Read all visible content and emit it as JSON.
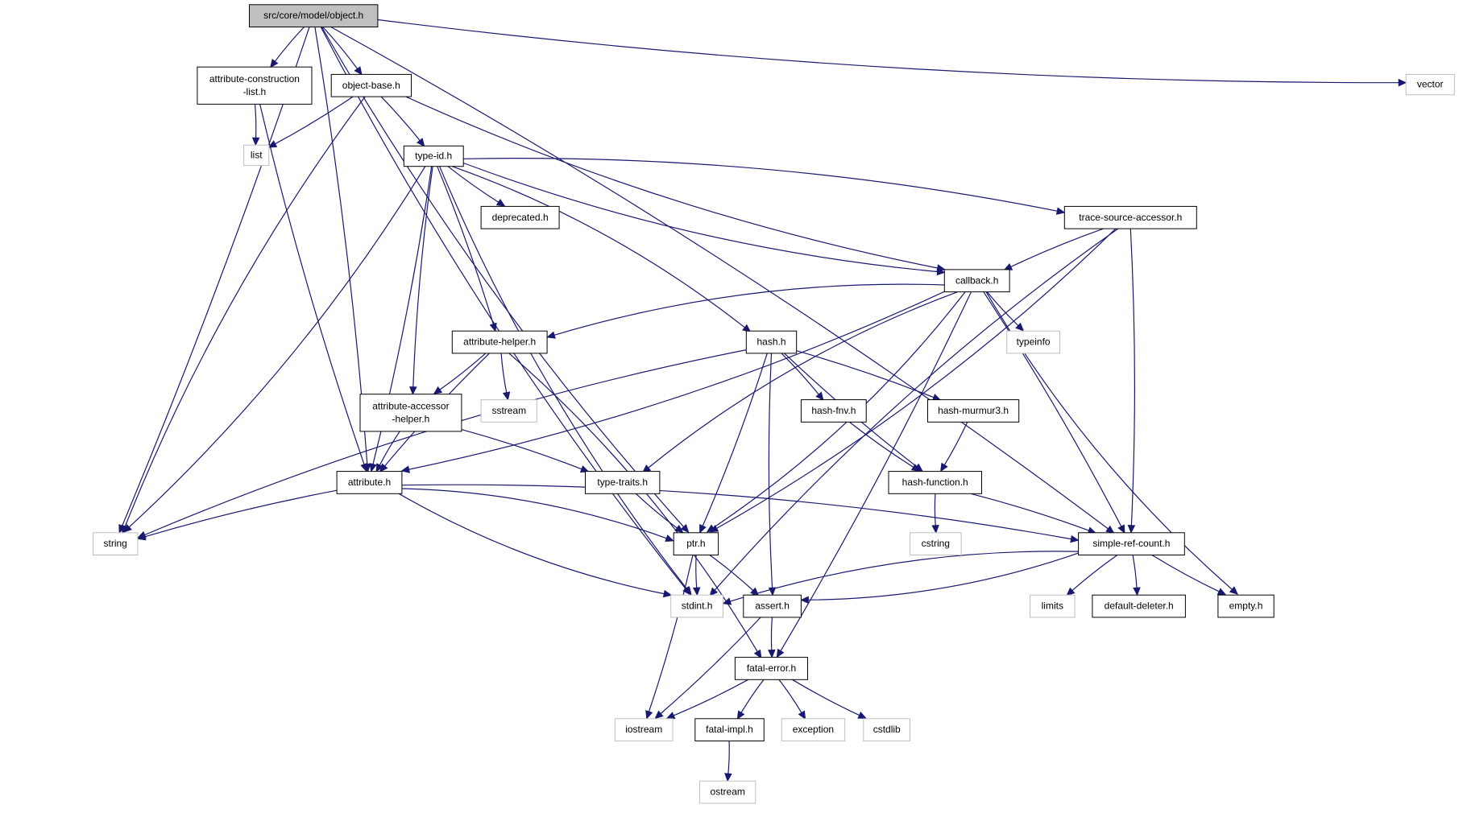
{
  "graph": {
    "nodes": [
      {
        "id": "object_h",
        "label": "src/core/model/object.h",
        "kind": "root"
      },
      {
        "id": "acl_h",
        "label": "attribute-construction\n-list.h",
        "kind": "local"
      },
      {
        "id": "object_base_h",
        "label": "object-base.h",
        "kind": "local"
      },
      {
        "id": "vector",
        "label": "vector",
        "kind": "external"
      },
      {
        "id": "list",
        "label": "list",
        "kind": "external"
      },
      {
        "id": "type_id_h",
        "label": "type-id.h",
        "kind": "local"
      },
      {
        "id": "deprecated_h",
        "label": "deprecated.h",
        "kind": "local"
      },
      {
        "id": "tsa_h",
        "label": "trace-source-accessor.h",
        "kind": "local"
      },
      {
        "id": "callback_h",
        "label": "callback.h",
        "kind": "local"
      },
      {
        "id": "attr_helper_h",
        "label": "attribute-helper.h",
        "kind": "local"
      },
      {
        "id": "hash_h",
        "label": "hash.h",
        "kind": "local"
      },
      {
        "id": "typeinfo",
        "label": "typeinfo",
        "kind": "external"
      },
      {
        "id": "sstream",
        "label": "sstream",
        "kind": "external"
      },
      {
        "id": "aah_h",
        "label": "attribute-accessor\n-helper.h",
        "kind": "local"
      },
      {
        "id": "hash_fnv_h",
        "label": "hash-fnv.h",
        "kind": "local"
      },
      {
        "id": "hash_murmur3_h",
        "label": "hash-murmur3.h",
        "kind": "local"
      },
      {
        "id": "attribute_h",
        "label": "attribute.h",
        "kind": "local"
      },
      {
        "id": "type_traits_h",
        "label": "type-traits.h",
        "kind": "local"
      },
      {
        "id": "hash_function_h",
        "label": "hash-function.h",
        "kind": "local"
      },
      {
        "id": "string",
        "label": "string",
        "kind": "external"
      },
      {
        "id": "ptr_h",
        "label": "ptr.h",
        "kind": "local"
      },
      {
        "id": "cstring",
        "label": "cstring",
        "kind": "external"
      },
      {
        "id": "src_h",
        "label": "simple-ref-count.h",
        "kind": "local"
      },
      {
        "id": "stdint_h",
        "label": "stdint.h",
        "kind": "external"
      },
      {
        "id": "assert_h",
        "label": "assert.h",
        "kind": "local"
      },
      {
        "id": "limits",
        "label": "limits",
        "kind": "external"
      },
      {
        "id": "default_deleter_h",
        "label": "default-deleter.h",
        "kind": "local"
      },
      {
        "id": "empty_h",
        "label": "empty.h",
        "kind": "local"
      },
      {
        "id": "fatal_error_h",
        "label": "fatal-error.h",
        "kind": "local"
      },
      {
        "id": "iostream",
        "label": "iostream",
        "kind": "external"
      },
      {
        "id": "fatal_impl_h",
        "label": "fatal-impl.h",
        "kind": "local"
      },
      {
        "id": "exception",
        "label": "exception",
        "kind": "external"
      },
      {
        "id": "cstdlib",
        "label": "cstdlib",
        "kind": "external"
      },
      {
        "id": "ostream",
        "label": "ostream",
        "kind": "external"
      }
    ],
    "edges": [
      [
        "object_h",
        "string"
      ],
      [
        "object_h",
        "ptr_h"
      ],
      [
        "object_h",
        "attribute_h"
      ],
      [
        "object_h",
        "acl_h"
      ],
      [
        "object_h",
        "object_base_h"
      ],
      [
        "object_h",
        "vector"
      ],
      [
        "object_h",
        "src_h"
      ],
      [
        "object_h",
        "stdint_h"
      ],
      [
        "acl_h",
        "list"
      ],
      [
        "acl_h",
        "attribute_h"
      ],
      [
        "object_base_h",
        "list"
      ],
      [
        "object_base_h",
        "string"
      ],
      [
        "object_base_h",
        "type_id_h"
      ],
      [
        "object_base_h",
        "callback_h"
      ],
      [
        "type_id_h",
        "string"
      ],
      [
        "type_id_h",
        "stdint_h"
      ],
      [
        "type_id_h",
        "attribute_h"
      ],
      [
        "type_id_h",
        "aah_h"
      ],
      [
        "type_id_h",
        "attr_helper_h"
      ],
      [
        "type_id_h",
        "deprecated_h"
      ],
      [
        "type_id_h",
        "hash_h"
      ],
      [
        "type_id_h",
        "callback_h"
      ],
      [
        "type_id_h",
        "tsa_h"
      ],
      [
        "tsa_h",
        "callback_h"
      ],
      [
        "tsa_h",
        "ptr_h"
      ],
      [
        "tsa_h",
        "stdint_h"
      ],
      [
        "tsa_h",
        "src_h"
      ],
      [
        "callback_h",
        "attr_helper_h"
      ],
      [
        "callback_h",
        "attribute_h"
      ],
      [
        "callback_h",
        "type_traits_h"
      ],
      [
        "callback_h",
        "ptr_h"
      ],
      [
        "callback_h",
        "typeinfo"
      ],
      [
        "callback_h",
        "src_h"
      ],
      [
        "callback_h",
        "empty_h"
      ],
      [
        "callback_h",
        "fatal_error_h"
      ],
      [
        "attr_helper_h",
        "attribute_h"
      ],
      [
        "attr_helper_h",
        "aah_h"
      ],
      [
        "attr_helper_h",
        "sstream"
      ],
      [
        "attr_helper_h",
        "fatal_error_h"
      ],
      [
        "aah_h",
        "attribute_h"
      ],
      [
        "aah_h",
        "type_traits_h"
      ],
      [
        "hash_h",
        "string"
      ],
      [
        "hash_h",
        "ptr_h"
      ],
      [
        "hash_h",
        "assert_h"
      ],
      [
        "hash_h",
        "hash_fnv_h"
      ],
      [
        "hash_h",
        "hash_function_h"
      ],
      [
        "hash_h",
        "hash_murmur3_h"
      ],
      [
        "hash_fnv_h",
        "hash_function_h"
      ],
      [
        "hash_murmur3_h",
        "hash_function_h"
      ],
      [
        "hash_function_h",
        "cstring"
      ],
      [
        "hash_function_h",
        "src_h"
      ],
      [
        "attribute_h",
        "string"
      ],
      [
        "attribute_h",
        "ptr_h"
      ],
      [
        "attribute_h",
        "stdint_h"
      ],
      [
        "attribute_h",
        "src_h"
      ],
      [
        "type_traits_h",
        "ptr_h"
      ],
      [
        "ptr_h",
        "iostream"
      ],
      [
        "ptr_h",
        "stdint_h"
      ],
      [
        "ptr_h",
        "assert_h"
      ],
      [
        "src_h",
        "stdint_h"
      ],
      [
        "src_h",
        "assert_h"
      ],
      [
        "src_h",
        "limits"
      ],
      [
        "src_h",
        "default_deleter_h"
      ],
      [
        "src_h",
        "empty_h"
      ],
      [
        "assert_h",
        "iostream"
      ],
      [
        "assert_h",
        "fatal_error_h"
      ],
      [
        "fatal_error_h",
        "iostream"
      ],
      [
        "fatal_error_h",
        "fatal_impl_h"
      ],
      [
        "fatal_error_h",
        "exception"
      ],
      [
        "fatal_error_h",
        "cstdlib"
      ],
      [
        "fatal_impl_h",
        "ostream"
      ]
    ],
    "colors": {
      "edge": "#191970",
      "root_fill": "#bfbfbf",
      "local_border": "#000000",
      "external_border": "#bfbfbf",
      "text": "#000000"
    }
  }
}
